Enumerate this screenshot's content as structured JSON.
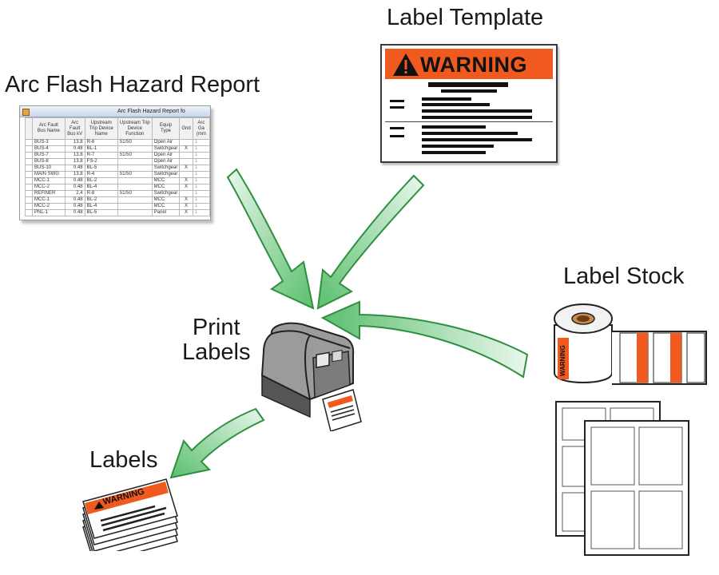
{
  "titles": {
    "report": "Arc Flash Hazard Report",
    "template": "Label Template",
    "stock": "Label Stock",
    "print_line1": "Print",
    "print_line2": "Labels",
    "labels": "Labels"
  },
  "report_window": {
    "title": "Arc Flash Hazard Report fo",
    "columns": [
      "Arc Fault Bus Name",
      "Arc Fault Bus kV",
      "Upstream Trip Device Name",
      "Upstream Trip Device Function",
      "Equip Type",
      "Gnd",
      "Arc Ga (mm"
    ],
    "rows": [
      [
        "BUS-3",
        "13.8",
        "R-6",
        "51/50",
        "Open Air",
        "",
        "1"
      ],
      [
        "BUS-4",
        "0.48",
        "BL-1",
        "",
        "Switchgear",
        "X",
        "1"
      ],
      [
        "BUS-7",
        "13.8",
        "R-7",
        "51/50",
        "Open Air",
        "",
        "1"
      ],
      [
        "BUS-8",
        "13.8",
        "FS-2",
        "",
        "Open Air",
        "",
        "1"
      ],
      [
        "BUS-10",
        "0.48",
        "BL-5",
        "",
        "Switchgear",
        "X",
        "1"
      ],
      [
        "MAIN SWG",
        "13.8",
        "R-4",
        "51/50",
        "Switchgear",
        "",
        "1"
      ],
      [
        "MCC-1",
        "0.48",
        "BL-2",
        "",
        "MCC",
        "X",
        "1"
      ],
      [
        "MCC-2",
        "0.48",
        "BL-4",
        "",
        "MCC",
        "X",
        "1"
      ],
      [
        "REFINER",
        "2.4",
        "R-8",
        "51/50",
        "Switchgear",
        "",
        "1"
      ],
      [
        "MCC-1",
        "0.48",
        "BL-2",
        "",
        "MCC",
        "X",
        "1"
      ],
      [
        "MCC-2",
        "0.48",
        "BL-4",
        "",
        "MCC",
        "X",
        "1"
      ],
      [
        "PNL-1",
        "0.48",
        "BL-5",
        "",
        "Panel",
        "X",
        "1"
      ]
    ]
  },
  "template_card": {
    "header": "WARNING"
  },
  "stock": {
    "strip_text": "WARNING"
  },
  "small_labels": {
    "header": "WARNING"
  },
  "colors": {
    "arrow": "#3aa64e",
    "arrow_light": "#b4e3bd",
    "warning_orange": "#f05a1e"
  }
}
